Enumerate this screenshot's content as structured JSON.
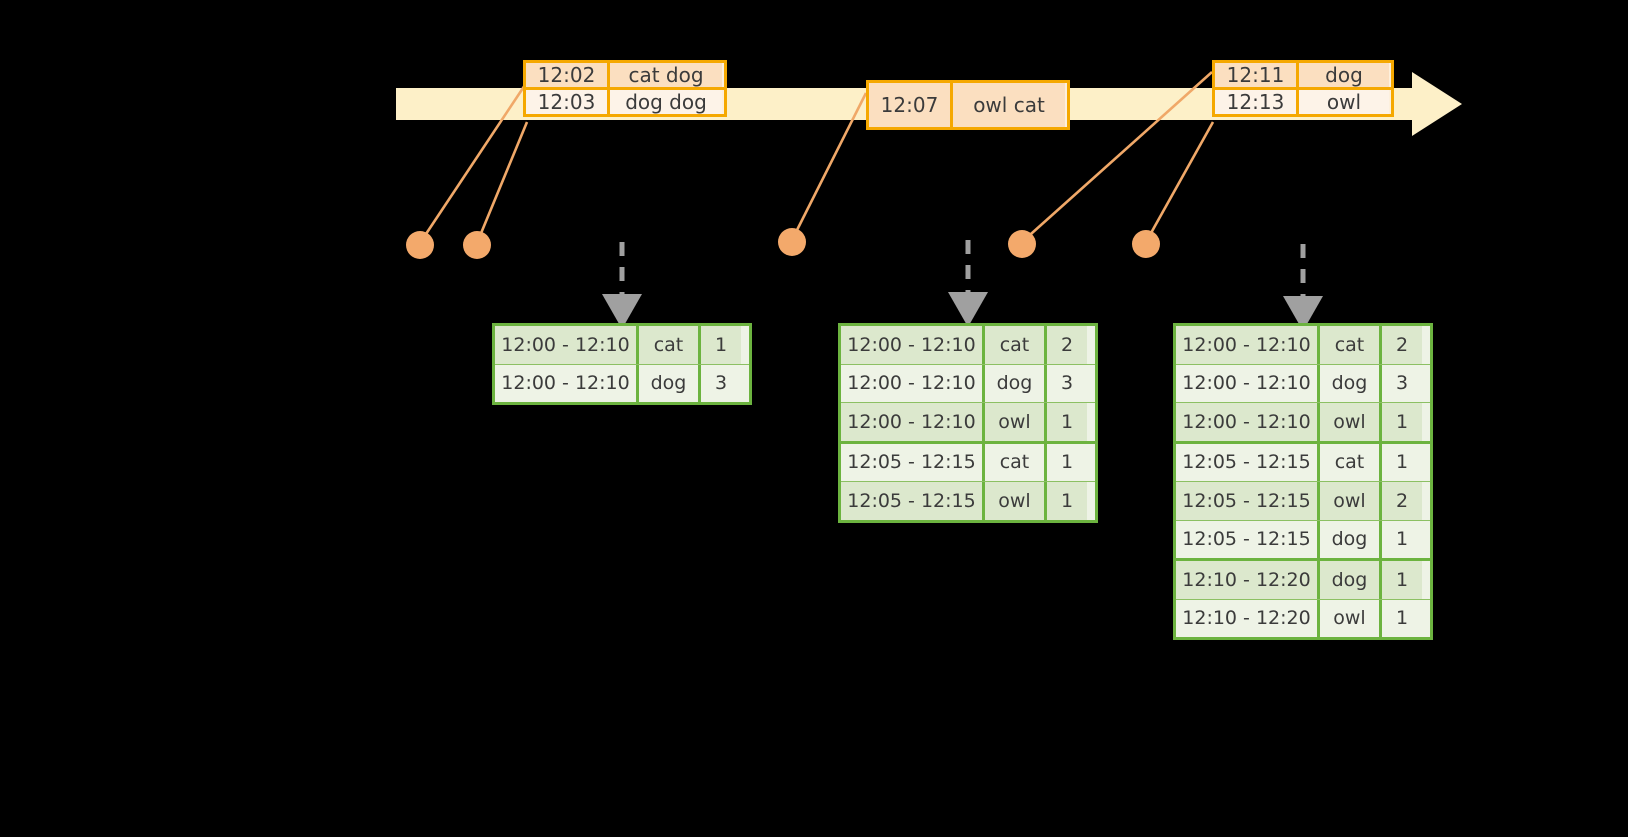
{
  "diagram": {
    "title": "sliding-window-word-count-timeline",
    "colors": {
      "background": "#000000",
      "timeline_bar": "#fdf0c8",
      "timeline_border": "#f5a800",
      "event_box_border": "#f5a800",
      "event_row_shaded": "#fbdfc0",
      "event_row_light": "#fdf3e8",
      "connector": "#f0a868",
      "dot": "#f3a96b",
      "table_border": "#6cb33f",
      "table_row_shaded": "#dce8cd",
      "table_row_light": "#eef3e6",
      "dashed_arrow": "#a0a0a0",
      "text": "#3b3b3b"
    }
  },
  "timeline": {
    "name": "event-timeline",
    "arrow_direction": "right"
  },
  "events": [
    {
      "id": "event-group-1",
      "rows": [
        {
          "time": "12:02",
          "words": "cat dog"
        },
        {
          "time": "12:03",
          "words": "dog dog"
        }
      ]
    },
    {
      "id": "event-group-2",
      "rows": [
        {
          "time": "12:07",
          "words": "owl cat"
        }
      ]
    },
    {
      "id": "event-group-3",
      "rows": [
        {
          "time": "12:11",
          "words": "dog"
        },
        {
          "time": "12:13",
          "words": "owl"
        }
      ]
    }
  ],
  "tables": [
    {
      "id": "result-table-1",
      "rows": [
        {
          "window": "12:00 - 12:10",
          "word": "cat",
          "count": "1"
        },
        {
          "window": "12:00 - 12:10",
          "word": "dog",
          "count": "3"
        }
      ]
    },
    {
      "id": "result-table-2",
      "rows": [
        {
          "window": "12:00 - 12:10",
          "word": "cat",
          "count": "2"
        },
        {
          "window": "12:00 - 12:10",
          "word": "dog",
          "count": "3"
        },
        {
          "window": "12:00 - 12:10",
          "word": "owl",
          "count": "1"
        },
        {
          "window": "12:05 - 12:15",
          "word": "cat",
          "count": "1"
        },
        {
          "window": "12:05 - 12:15",
          "word": "owl",
          "count": "1"
        }
      ]
    },
    {
      "id": "result-table-3",
      "rows": [
        {
          "window": "12:00 - 12:10",
          "word": "cat",
          "count": "2"
        },
        {
          "window": "12:00 - 12:10",
          "word": "dog",
          "count": "3"
        },
        {
          "window": "12:00 - 12:10",
          "word": "owl",
          "count": "1"
        },
        {
          "window": "12:05 - 12:15",
          "word": "cat",
          "count": "1"
        },
        {
          "window": "12:05 - 12:15",
          "word": "owl",
          "count": "2"
        },
        {
          "window": "12:05 - 12:15",
          "word": "dog",
          "count": "1"
        },
        {
          "window": "12:10 - 12:20",
          "word": "dog",
          "count": "1"
        },
        {
          "window": "12:10 - 12:20",
          "word": "owl",
          "count": "1"
        }
      ]
    }
  ]
}
